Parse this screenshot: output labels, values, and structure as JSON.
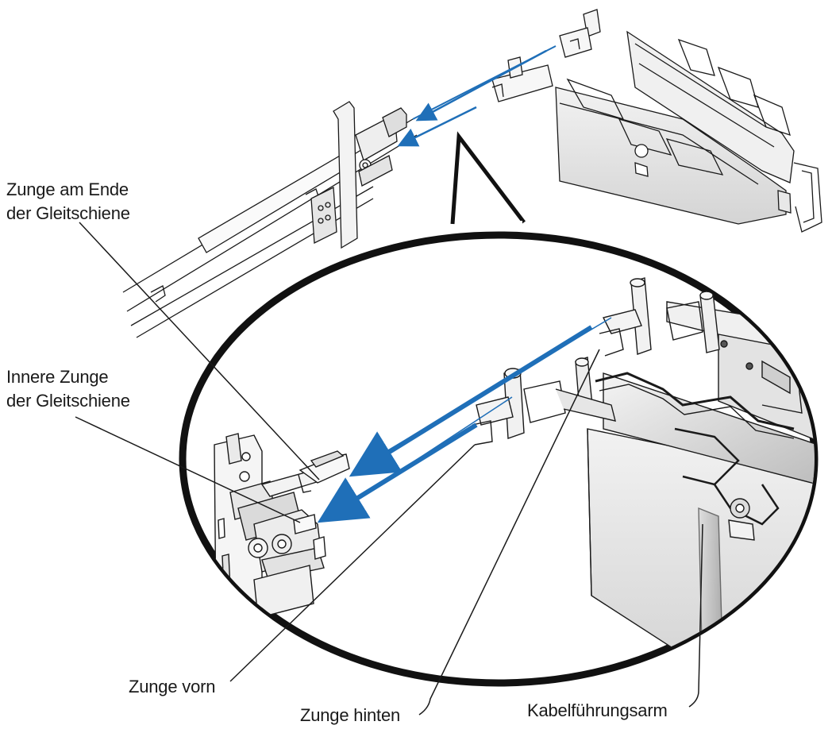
{
  "labels": {
    "zunge_ende": {
      "line1": "Zunge am Ende",
      "line2": "der Gleitschiene"
    },
    "innere_zunge": {
      "line1": "Innere Zunge",
      "line2": "der Gleitschiene"
    },
    "zunge_vorn": "Zunge vorn",
    "zunge_hinten": "Zunge hinten",
    "kabelfuehrungsarm": "Kabelführungsarm"
  },
  "colors": {
    "line": "#1a1a1a",
    "arrow": "#1f6fb8",
    "metal_light": "#eeeeee",
    "metal_mid": "#c9c9c9",
    "metal_dark": "#8a8a8a"
  },
  "icons": [
    "arrow-icon"
  ]
}
